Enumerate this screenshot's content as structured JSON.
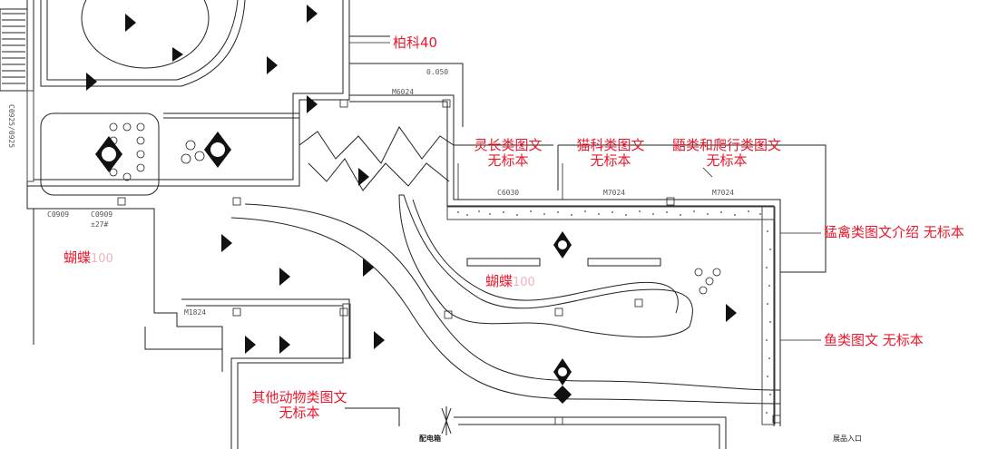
{
  "labels": {
    "baike": "柏科40",
    "lingzhang": "灵长类图文",
    "lingzhang_sub": "无标本",
    "maoke": "猫科类图文",
    "maoke_sub": "无标本",
    "pilei": "鼯类和爬行类图文",
    "pilei_sub": "无标本",
    "mengqin": "猛禽类图文介绍 无标本",
    "yulei": "鱼类图文  无标本",
    "qita": "其他动物类图文",
    "qita_sub": "无标本",
    "hudie_left": "蝴蝶",
    "hudie_left_num": "100",
    "hudie_center": "蝴蝶",
    "hudie_center_num": "100"
  },
  "dimensions": {
    "elev": "0.050",
    "m6024": "M6024",
    "c6030": "C6030",
    "m7024_a": "M7024",
    "m7024_b": "M7024",
    "m1824": "M1824",
    "c0909": "C0909",
    "c0909_b": "C0909",
    "level": "±27#",
    "side_code": "C0925/0925"
  },
  "tags": {
    "dist_box": "配电箱",
    "corner": "展品入口"
  },
  "colors": {
    "annotation": "#e8192c",
    "line": "#222222",
    "hatch": "#444444"
  }
}
